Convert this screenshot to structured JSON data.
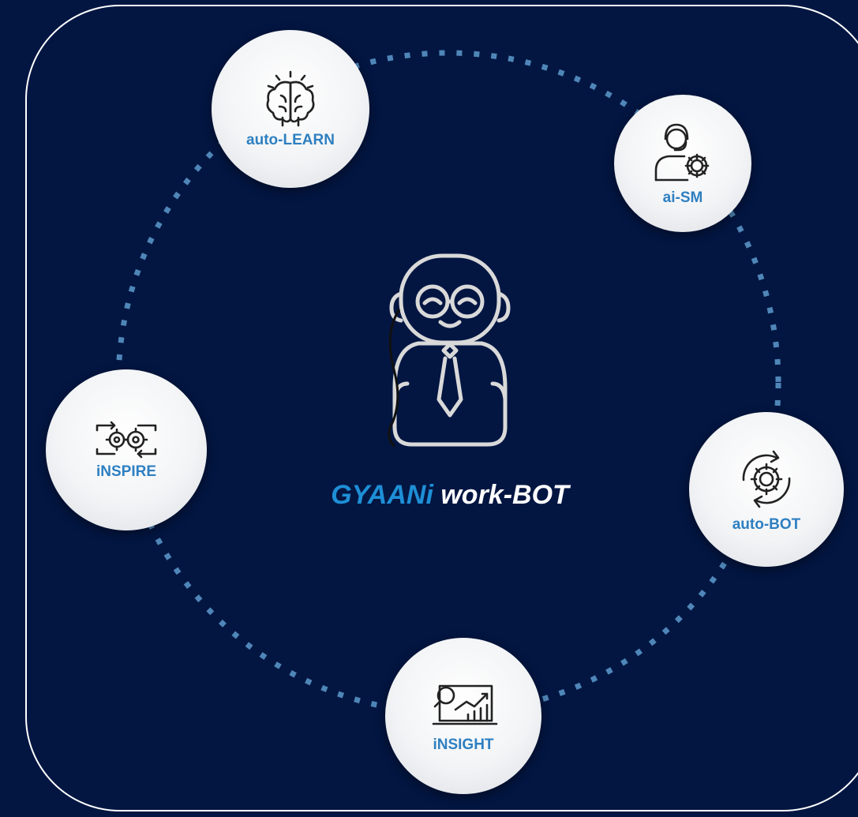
{
  "nodes": [
    {
      "id": "auto-learn",
      "label": "auto-LEARN",
      "icon": "brain-icon"
    },
    {
      "id": "ai-sm",
      "label": "ai-SM",
      "icon": "support-agent-gear-icon"
    },
    {
      "id": "auto-bot",
      "label": "auto-BOT",
      "icon": "gear-cycle-icon"
    },
    {
      "id": "insight",
      "label": "iNSIGHT",
      "icon": "analytics-chart-icon"
    },
    {
      "id": "inspire",
      "label": "iNSPIRE",
      "icon": "gears-loop-icon"
    }
  ],
  "center": {
    "title_first": "GYAANi",
    "title_second": "work-BOT",
    "icon": "robot-mascot-icon"
  },
  "colors": {
    "background": "#031642",
    "ring_dots": "#4f86b8",
    "label_blue": "#2d7fc1",
    "title_blue": "#1e8fd6"
  }
}
